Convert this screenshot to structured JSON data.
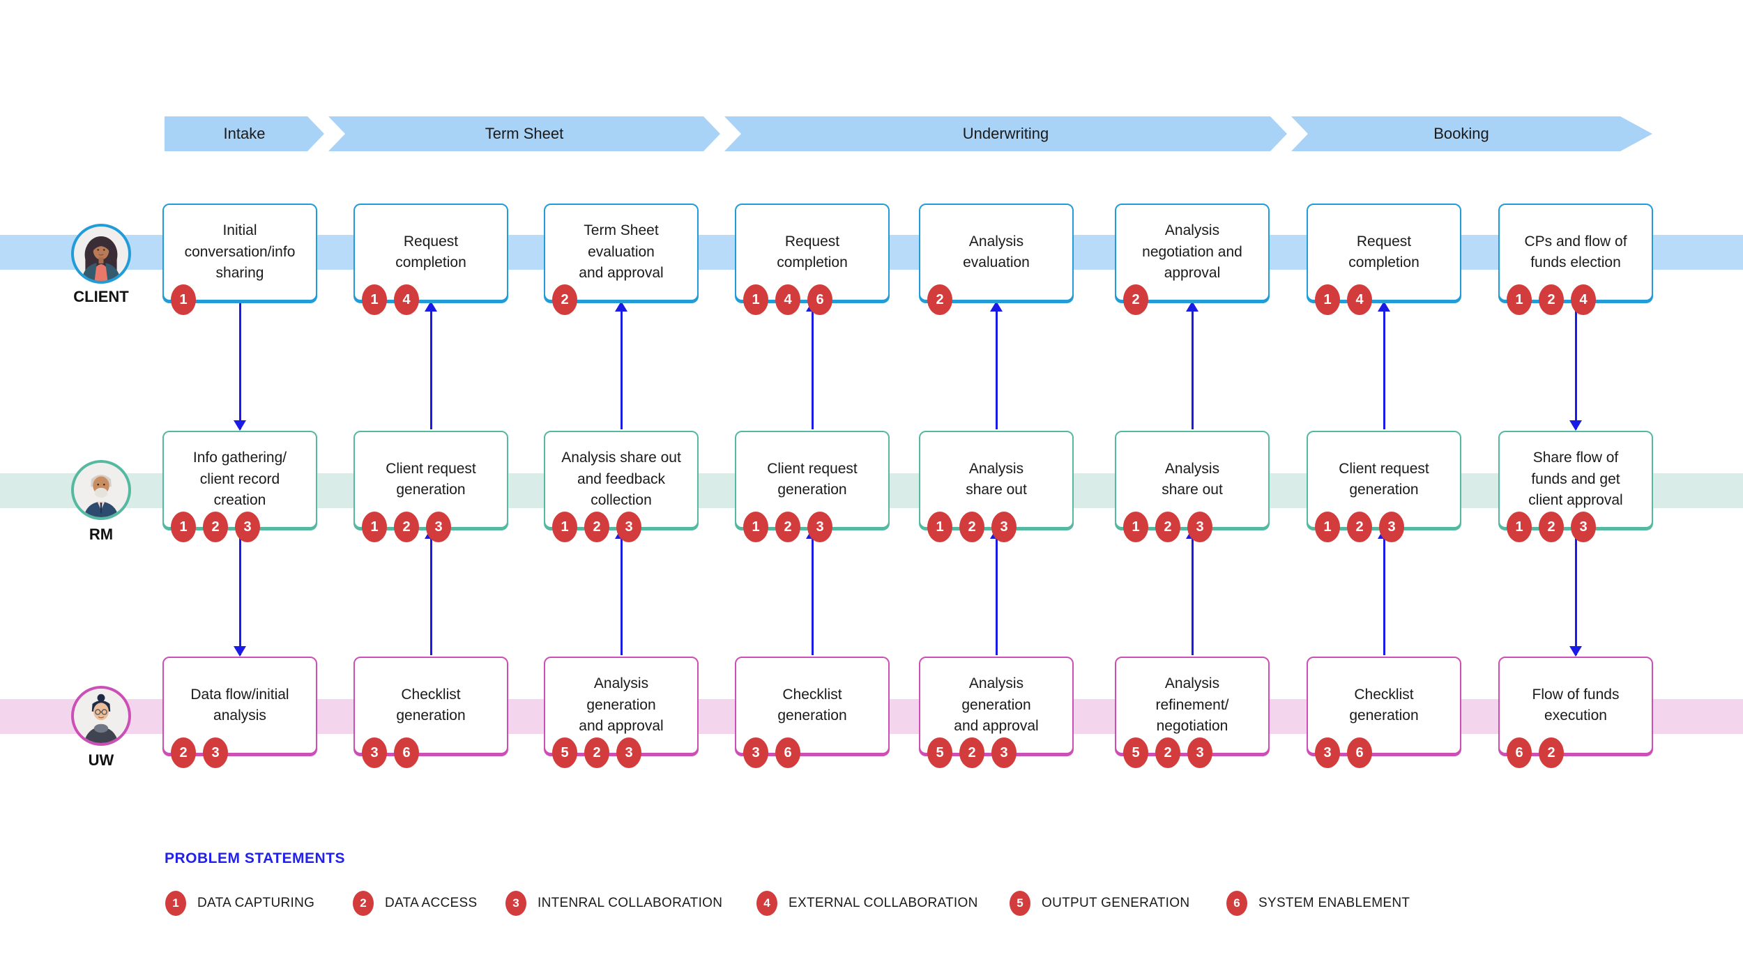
{
  "phases": [
    {
      "label": "Intake"
    },
    {
      "label": "Term Sheet"
    },
    {
      "label": "Underwriting"
    },
    {
      "label": "Booking"
    }
  ],
  "lanes": [
    {
      "id": "client",
      "label": "CLIENT",
      "avatar": "client-woman-avatar",
      "steps": [
        {
          "title": "Initial\nconversation/info\nsharing",
          "badges": [
            "1"
          ]
        },
        {
          "title": "Request\ncompletion",
          "badges": [
            "1",
            "4"
          ]
        },
        {
          "title": "Term Sheet\nevaluation\nand approval",
          "badges": [
            "2"
          ]
        },
        {
          "title": "Request\ncompletion",
          "badges": [
            "1",
            "4",
            "6"
          ]
        },
        {
          "title": "Analysis\nevaluation",
          "badges": [
            "2"
          ]
        },
        {
          "title": "Analysis\nnegotiation and\napproval",
          "badges": [
            "2"
          ]
        },
        {
          "title": "Request\ncompletion",
          "badges": [
            "1",
            "4"
          ]
        },
        {
          "title": "CPs and flow of\nfunds election",
          "badges": [
            "1",
            "2",
            "4"
          ]
        }
      ]
    },
    {
      "id": "rm",
      "label": "RM",
      "avatar": "rm-man-avatar",
      "steps": [
        {
          "title": "Info gathering/\nclient record\ncreation",
          "badges": [
            "1",
            "2",
            "3"
          ]
        },
        {
          "title": "Client request\ngeneration",
          "badges": [
            "1",
            "2",
            "3"
          ]
        },
        {
          "title": "Analysis share out\nand feedback\ncollection",
          "badges": [
            "1",
            "2",
            "3"
          ]
        },
        {
          "title": "Client request\ngeneration",
          "badges": [
            "1",
            "2",
            "3"
          ]
        },
        {
          "title": "Analysis\nshare out",
          "badges": [
            "1",
            "2",
            "3"
          ]
        },
        {
          "title": "Analysis\nshare out",
          "badges": [
            "1",
            "2",
            "3"
          ]
        },
        {
          "title": "Client request\ngeneration",
          "badges": [
            "1",
            "2",
            "3"
          ]
        },
        {
          "title": "Share flow of\nfunds and get\nclient approval",
          "badges": [
            "1",
            "2",
            "3"
          ]
        }
      ]
    },
    {
      "id": "uw",
      "label": "UW",
      "avatar": "uw-man-avatar",
      "steps": [
        {
          "title": "Data flow/initial\nanalysis",
          "badges": [
            "2",
            "3"
          ]
        },
        {
          "title": "Checklist\ngeneration",
          "badges": [
            "3",
            "6"
          ]
        },
        {
          "title": "Analysis\ngeneration\nand approval",
          "badges": [
            "5",
            "2",
            "3"
          ]
        },
        {
          "title": "Checklist\ngeneration",
          "badges": [
            "3",
            "6"
          ]
        },
        {
          "title": "Analysis\ngeneration\nand approval",
          "badges": [
            "5",
            "2",
            "3"
          ]
        },
        {
          "title": "Analysis\nrefinement/\nnegotiation",
          "badges": [
            "5",
            "2",
            "3"
          ]
        },
        {
          "title": "Checklist\ngeneration",
          "badges": [
            "3",
            "6"
          ]
        },
        {
          "title": "Flow of funds\nexecution",
          "badges": [
            "6",
            "2"
          ]
        }
      ]
    }
  ],
  "columns": [
    {
      "arrow": "down"
    },
    {
      "arrow": "up"
    },
    {
      "arrow": "up"
    },
    {
      "arrow": "up"
    },
    {
      "arrow": "up"
    },
    {
      "arrow": "up"
    },
    {
      "arrow": "up"
    },
    {
      "arrow": "down"
    }
  ],
  "legend": {
    "title": "PROBLEM STATEMENTS",
    "items": [
      {
        "num": "1",
        "label": "DATA CAPTURING"
      },
      {
        "num": "2",
        "label": "DATA ACCESS"
      },
      {
        "num": "3",
        "label": "INTENRAL COLLABORATION"
      },
      {
        "num": "4",
        "label": "EXTERNAL COLLABORATION"
      },
      {
        "num": "5",
        "label": "OUTPUT GENERATION"
      },
      {
        "num": "6",
        "label": "SYSTEM ENABLEMENT"
      }
    ]
  },
  "colors": {
    "phase_bar": "#a9d2f7",
    "client_accent": "#219cd8",
    "client_band": "#b7dbf9",
    "rm_accent": "#55b9a1",
    "rm_band": "#d9ece8",
    "uw_accent": "#cb4fb5",
    "uw_band": "#f3d6ee",
    "badge_red": "#d23c3c",
    "arrow_blue": "#1b1be6",
    "legend_title_blue": "#2222e6"
  }
}
